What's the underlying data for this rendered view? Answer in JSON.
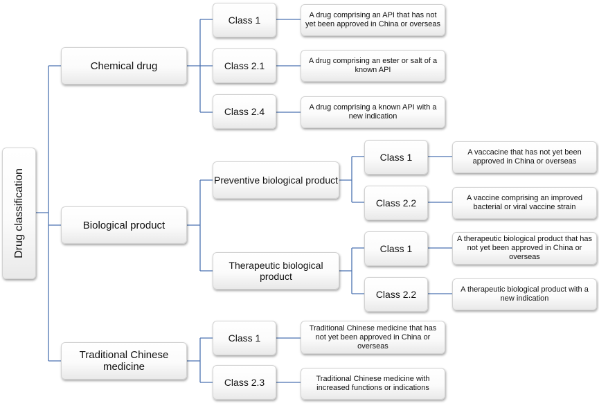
{
  "root": "Drug classification",
  "chemical": {
    "label": "Chemical drug",
    "classes": [
      {
        "name": "Class 1",
        "desc": "A drug comprising an API that has not yet been approved in China or overseas"
      },
      {
        "name": "Class 2.1",
        "desc": "A drug comprising an ester or salt of a known API"
      },
      {
        "name": "Class 2.4",
        "desc": "A drug comprising a known API with a new indication"
      }
    ]
  },
  "biological": {
    "label": "Biological product",
    "preventive": {
      "label": "Preventive biological product",
      "classes": [
        {
          "name": "Class 1",
          "desc": "A vaccacine that has not yet been approved in China or overseas"
        },
        {
          "name": "Class 2.2",
          "desc": "A vaccine comprising an improved bacterial or viral vaccine strain"
        }
      ]
    },
    "therapeutic": {
      "label": "Therapeutic biological product",
      "classes": [
        {
          "name": "Class 1",
          "desc": "A therapeutic biological product that has not yet been approved in China or overseas"
        },
        {
          "name": "Class 2.2",
          "desc": "A therapeutic biological product with a new indication"
        }
      ]
    }
  },
  "tcm": {
    "label": "Traditional Chinese medicine",
    "classes": [
      {
        "name": "Class 1",
        "desc": "Traditional Chinese medicine that has not yet been approved in China or overseas"
      },
      {
        "name": "Class 2.3",
        "desc": "Traditional Chinese medicine with increased functions or indications"
      }
    ]
  },
  "colors": {
    "connector": "#4a72b0",
    "box_border": "#d2d2d2",
    "text": "#111111"
  }
}
